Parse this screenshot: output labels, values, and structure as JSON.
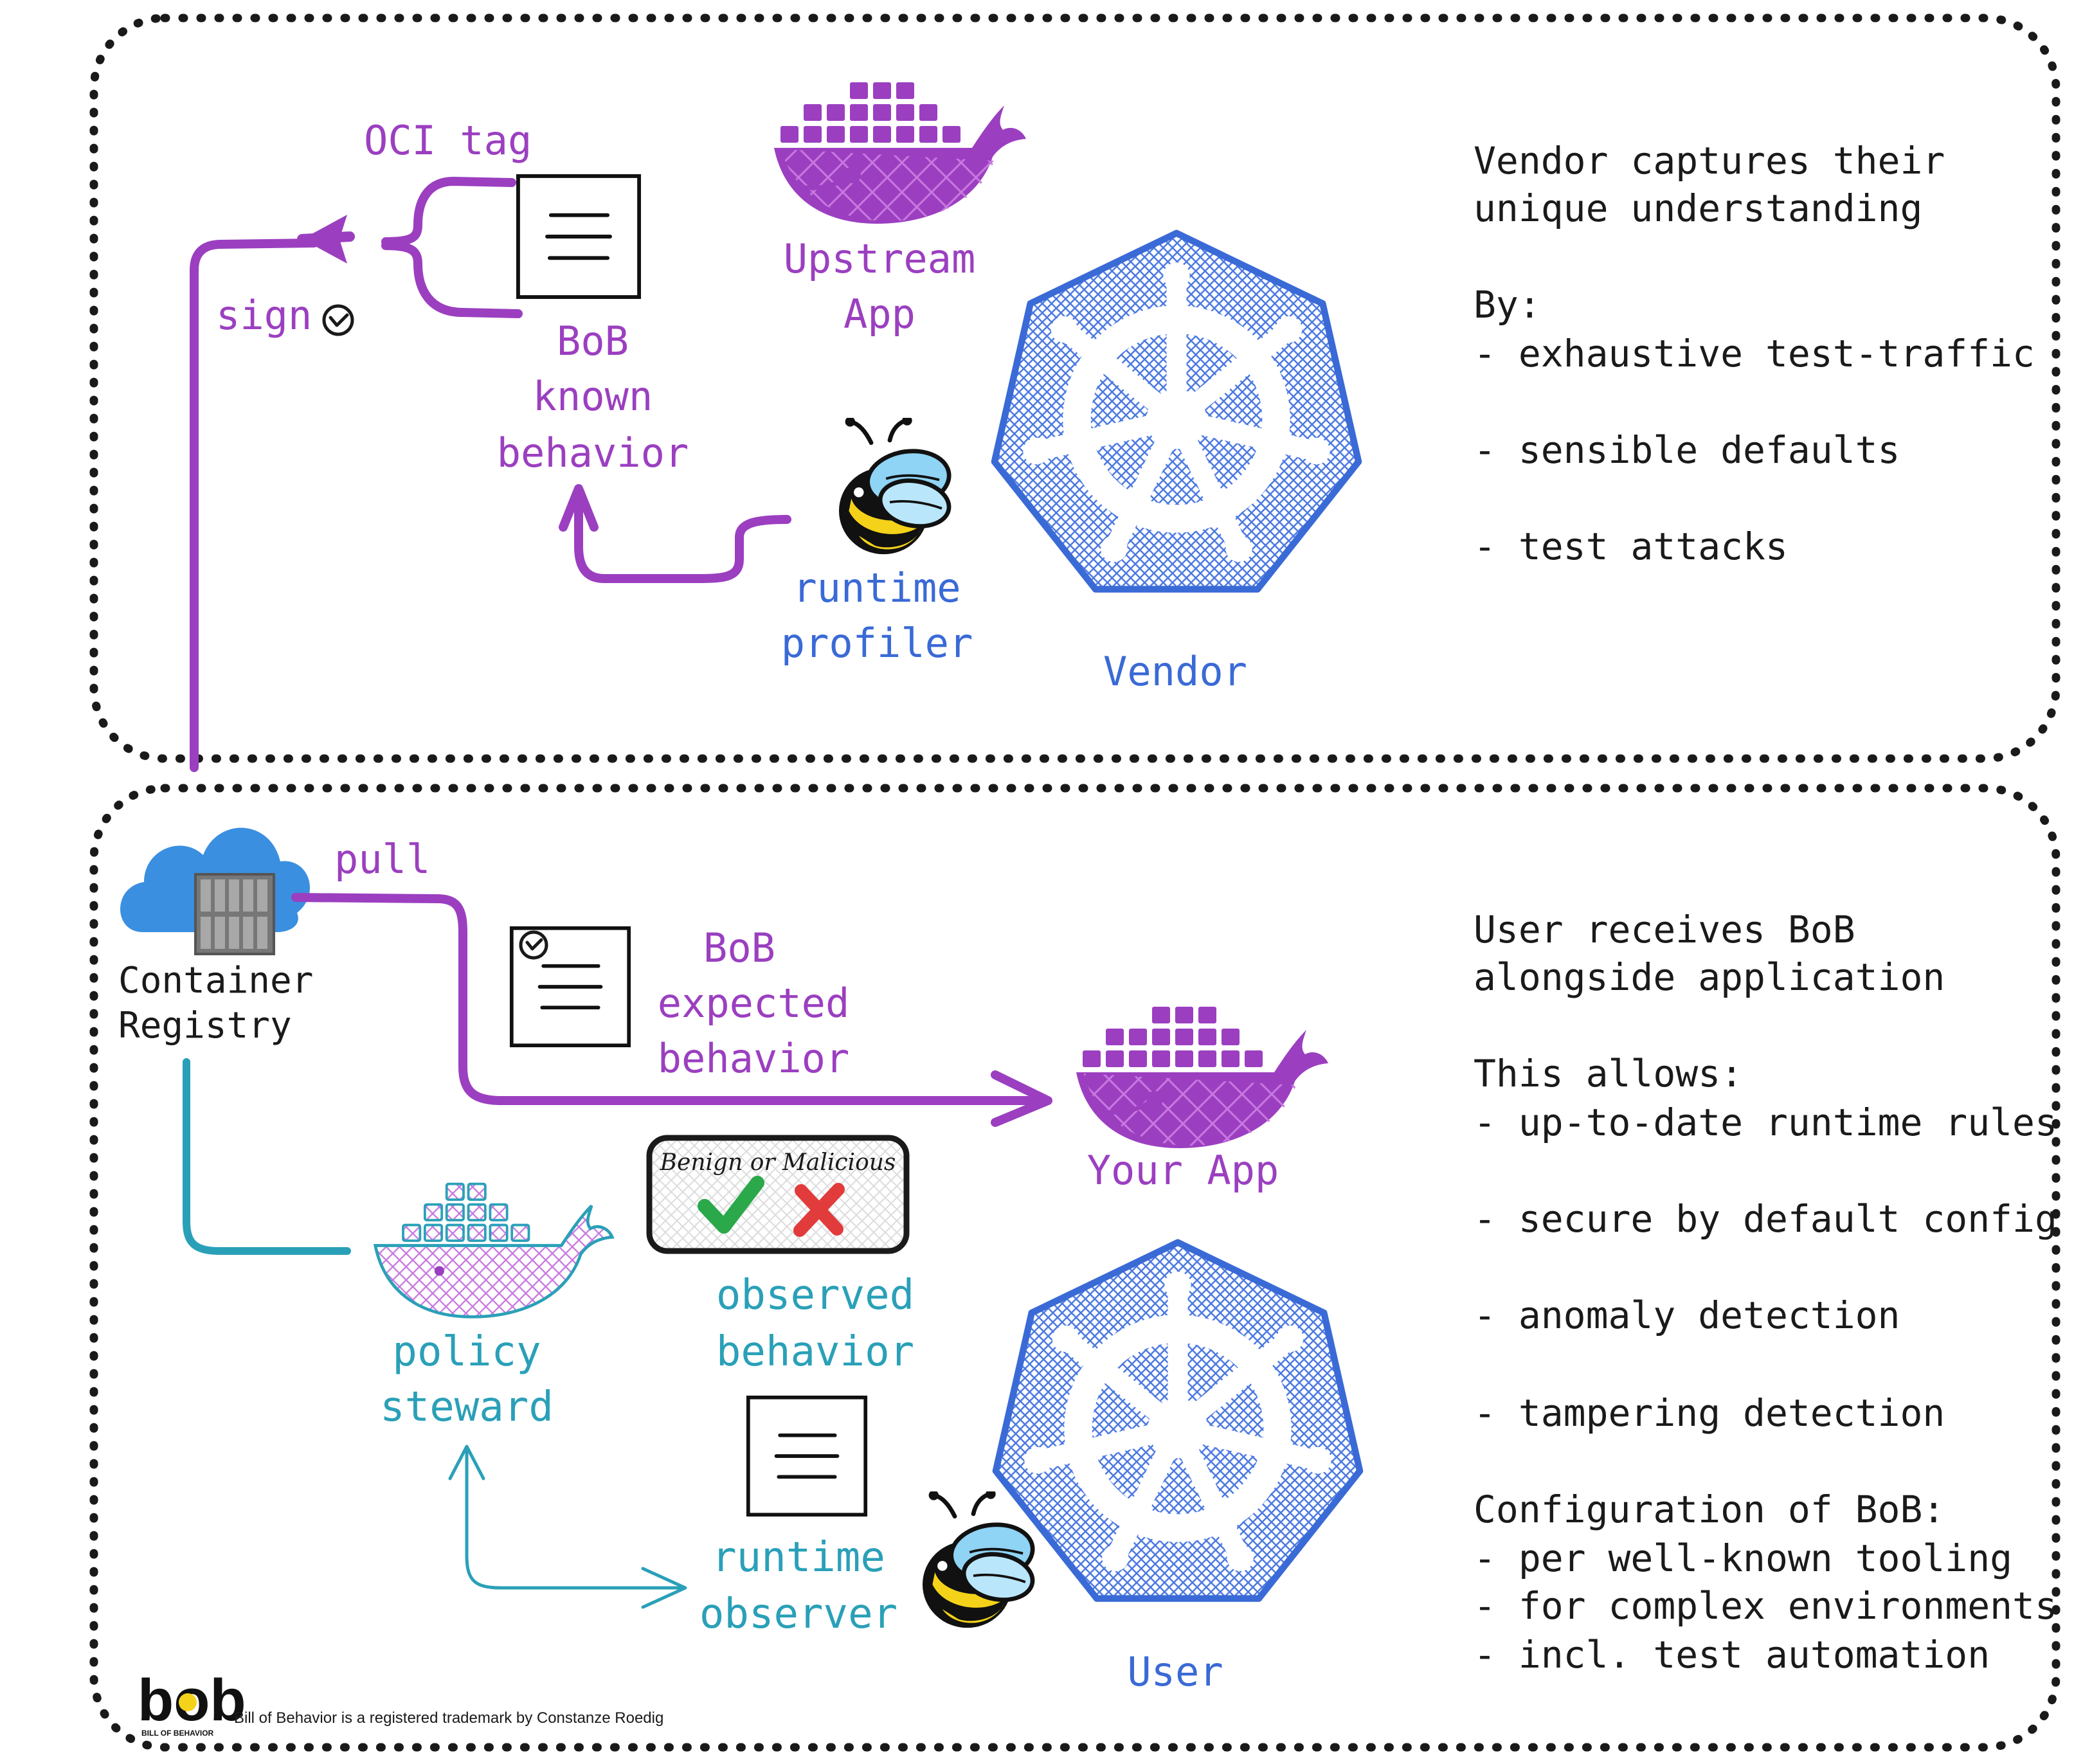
{
  "colors": {
    "purple": "#9b3fc0",
    "blue": "#3a6ad6",
    "teal": "#2aa0b8",
    "dark": "#1a1a1a",
    "green": "#2aa84a",
    "red": "#e23b3b",
    "bee_yellow": "#f5d21a"
  },
  "vendor": {
    "oci_tag": "OCI tag",
    "sign": "sign",
    "bob_known": [
      "BoB",
      "known",
      "behavior"
    ],
    "upstream_app": [
      "Upstream",
      "App"
    ],
    "runtime_profiler": [
      "runtime",
      "profiler"
    ],
    "vendor_label": "Vendor",
    "side_text": [
      "Vendor captures their",
      "unique understanding",
      "",
      "By:",
      "- exhaustive test-traffic",
      "",
      "- sensible defaults",
      "",
      "- test attacks"
    ]
  },
  "user": {
    "pull": "pull",
    "container_registry": [
      "Container",
      "Registry"
    ],
    "bob_expected": [
      "BoB",
      "expected",
      "behavior"
    ],
    "your_app": "Your App",
    "benign_or_malicious": "Benign or Malicious",
    "observed_behavior": [
      "observed",
      "behavior"
    ],
    "policy_steward": [
      "policy",
      "steward"
    ],
    "runtime_observer": [
      "runtime",
      "observer"
    ],
    "user_label": "User",
    "side_text": [
      "User receives BoB",
      "alongside application",
      "",
      "This allows:",
      "- up-to-date runtime rules",
      "",
      "- secure by default config",
      "",
      "- anomaly detection",
      "",
      "- tampering detection",
      "",
      "Configuration of BoB:",
      "- per well-known tooling",
      "- for complex environments",
      "- incl. test automation"
    ]
  },
  "footer": {
    "logo": "bob",
    "logo_sub": "BILL OF BEHAVIOR",
    "trademark": "Bill of Behavior is a registered trademark by Constanze Roedig"
  },
  "icons": {
    "container_app": "docker-whale-icon",
    "kubernetes": "kubernetes-helm-icon",
    "bee": "bee-icon",
    "document": "document-icon",
    "cloud_registry": "cloud-registry-icon",
    "check": "checkmark-icon",
    "cross": "cross-icon"
  }
}
